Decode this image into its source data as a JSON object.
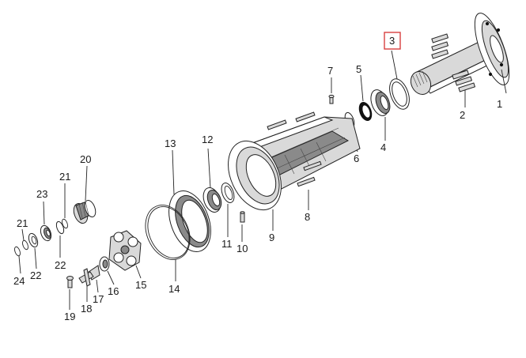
{
  "diagram": {
    "callouts": {
      "c1": "1",
      "c2": "2",
      "c3": "3",
      "c4": "4",
      "c5": "5",
      "c6": "6",
      "c7": "7",
      "c8": "8",
      "c9": "9",
      "c10": "10",
      "c11": "11",
      "c12": "12",
      "c13": "13",
      "c14": "14",
      "c15": "15",
      "c16": "16",
      "c17": "17",
      "c18": "18",
      "c19": "19",
      "c20": "20",
      "c21a": "21",
      "c21b": "21",
      "c22a": "22",
      "c22b": "22",
      "c23": "23",
      "c24": "24"
    },
    "highlighted_callout": "3",
    "highlight_color": "#d94040"
  }
}
